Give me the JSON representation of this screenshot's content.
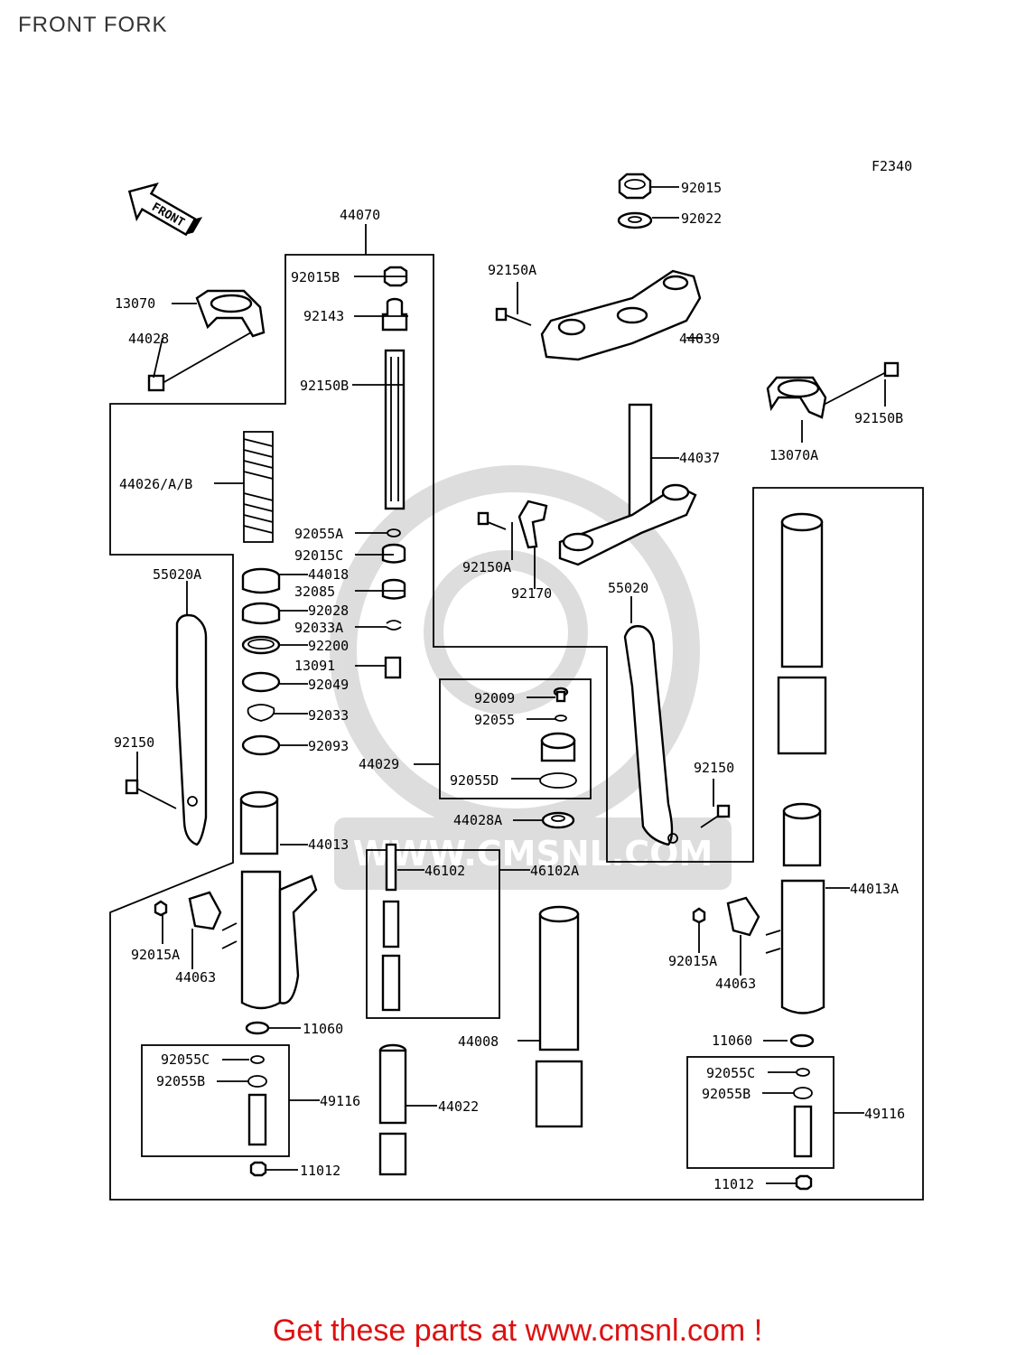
{
  "page": {
    "title": "FRONT FORK",
    "figure_code": "F2340"
  },
  "footer": {
    "text": "Get these parts at www.cmsnl.com !",
    "color": "#dd1111"
  },
  "watermark": {
    "text": "WWW.CMSNL.COM"
  },
  "arrow": {
    "text": "FRONT"
  },
  "labels": [
    "92015",
    "92022",
    "92150A",
    "44039",
    "44070",
    "92015B",
    "92143",
    "13070",
    "92150B",
    "44028",
    "92150B",
    "13070A",
    "44026/A/B",
    "44037",
    "92055A",
    "92015C",
    "92150A",
    "55020A",
    "44018",
    "32085",
    "92170",
    "55020",
    "92028",
    "92033A",
    "92200",
    "13091",
    "92049",
    "92009",
    "92055",
    "92033",
    "92093",
    "92150",
    "44029",
    "92055D",
    "92150",
    "44028A",
    "44013",
    "46102",
    "46102A",
    "44013A",
    "92015A",
    "44063",
    "92015A",
    "44063",
    "11060",
    "44008",
    "11060",
    "92055C",
    "92055C",
    "92055B",
    "49116",
    "92055B",
    "44022",
    "49116",
    "11012",
    "11012"
  ]
}
